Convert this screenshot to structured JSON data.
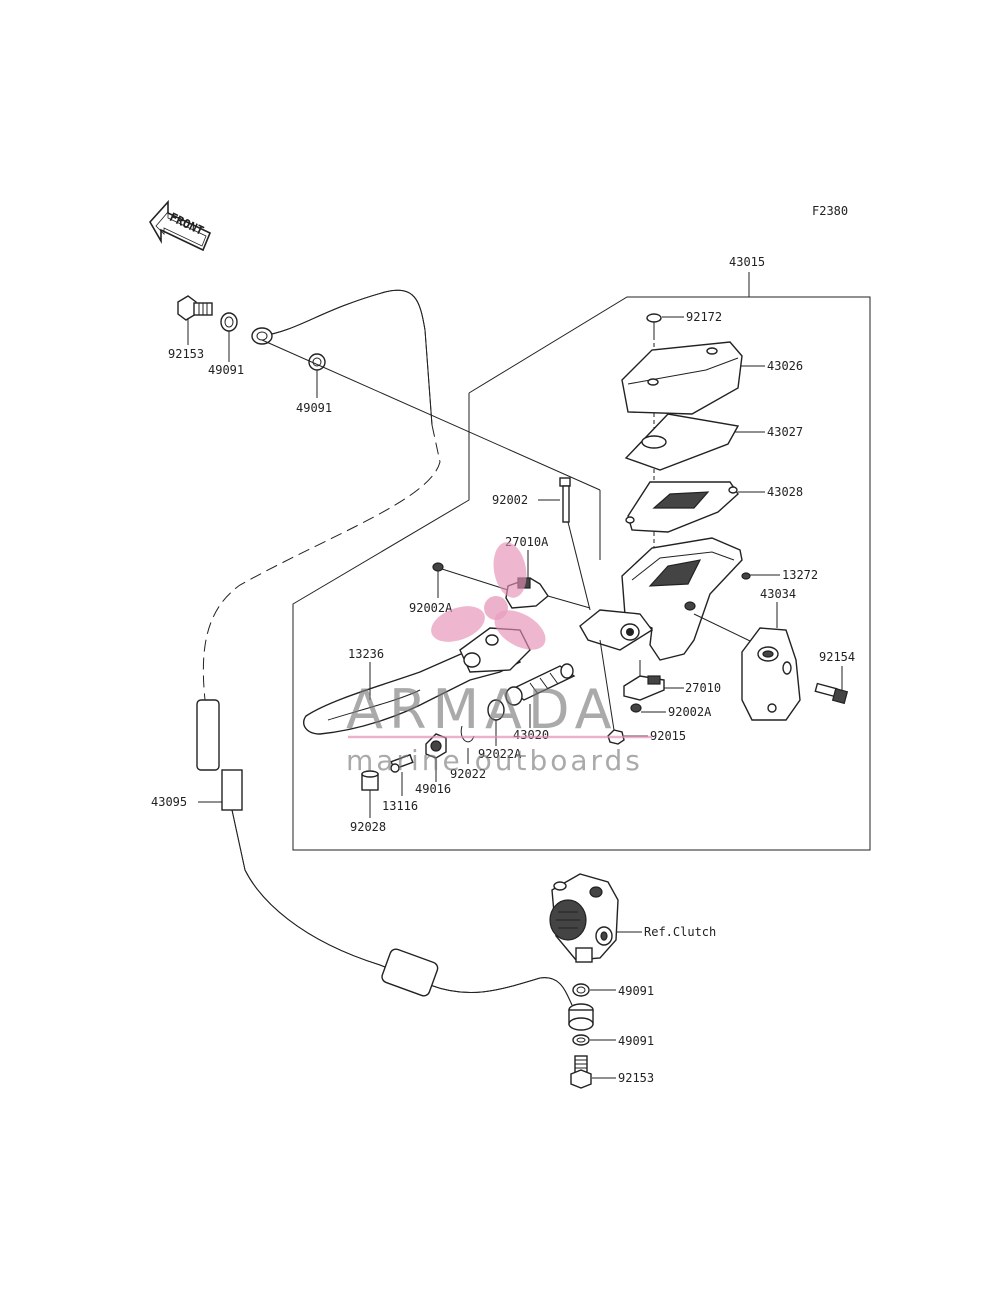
{
  "figure_code": "F2380",
  "front_arrow_text": "FRONT",
  "watermark": {
    "brand": "ARMADA",
    "tagline": "marine outboards"
  },
  "labels": {
    "p43015": "43015",
    "p92172": "92172",
    "p43026": "43026",
    "p43027": "43027",
    "p43028": "43028",
    "p92002": "92002",
    "p27010A": "27010A",
    "p13272": "13272",
    "p92002A_top": "92002A",
    "p43034": "43034",
    "p92154": "92154",
    "p13236": "13236",
    "p27010": "27010",
    "p92002A_bot": "92002A",
    "p43020": "43020",
    "p92015": "92015",
    "p92022A": "92022A",
    "p92022": "92022",
    "p49016": "49016",
    "p13116": "13116",
    "p92028": "92028",
    "p92153_top": "92153",
    "p49091_a": "49091",
    "p49091_b": "49091",
    "p43095": "43095",
    "ref_clutch": "Ref.Clutch",
    "p49091_c": "49091",
    "p49091_d": "49091",
    "p92153_bot": "92153"
  }
}
